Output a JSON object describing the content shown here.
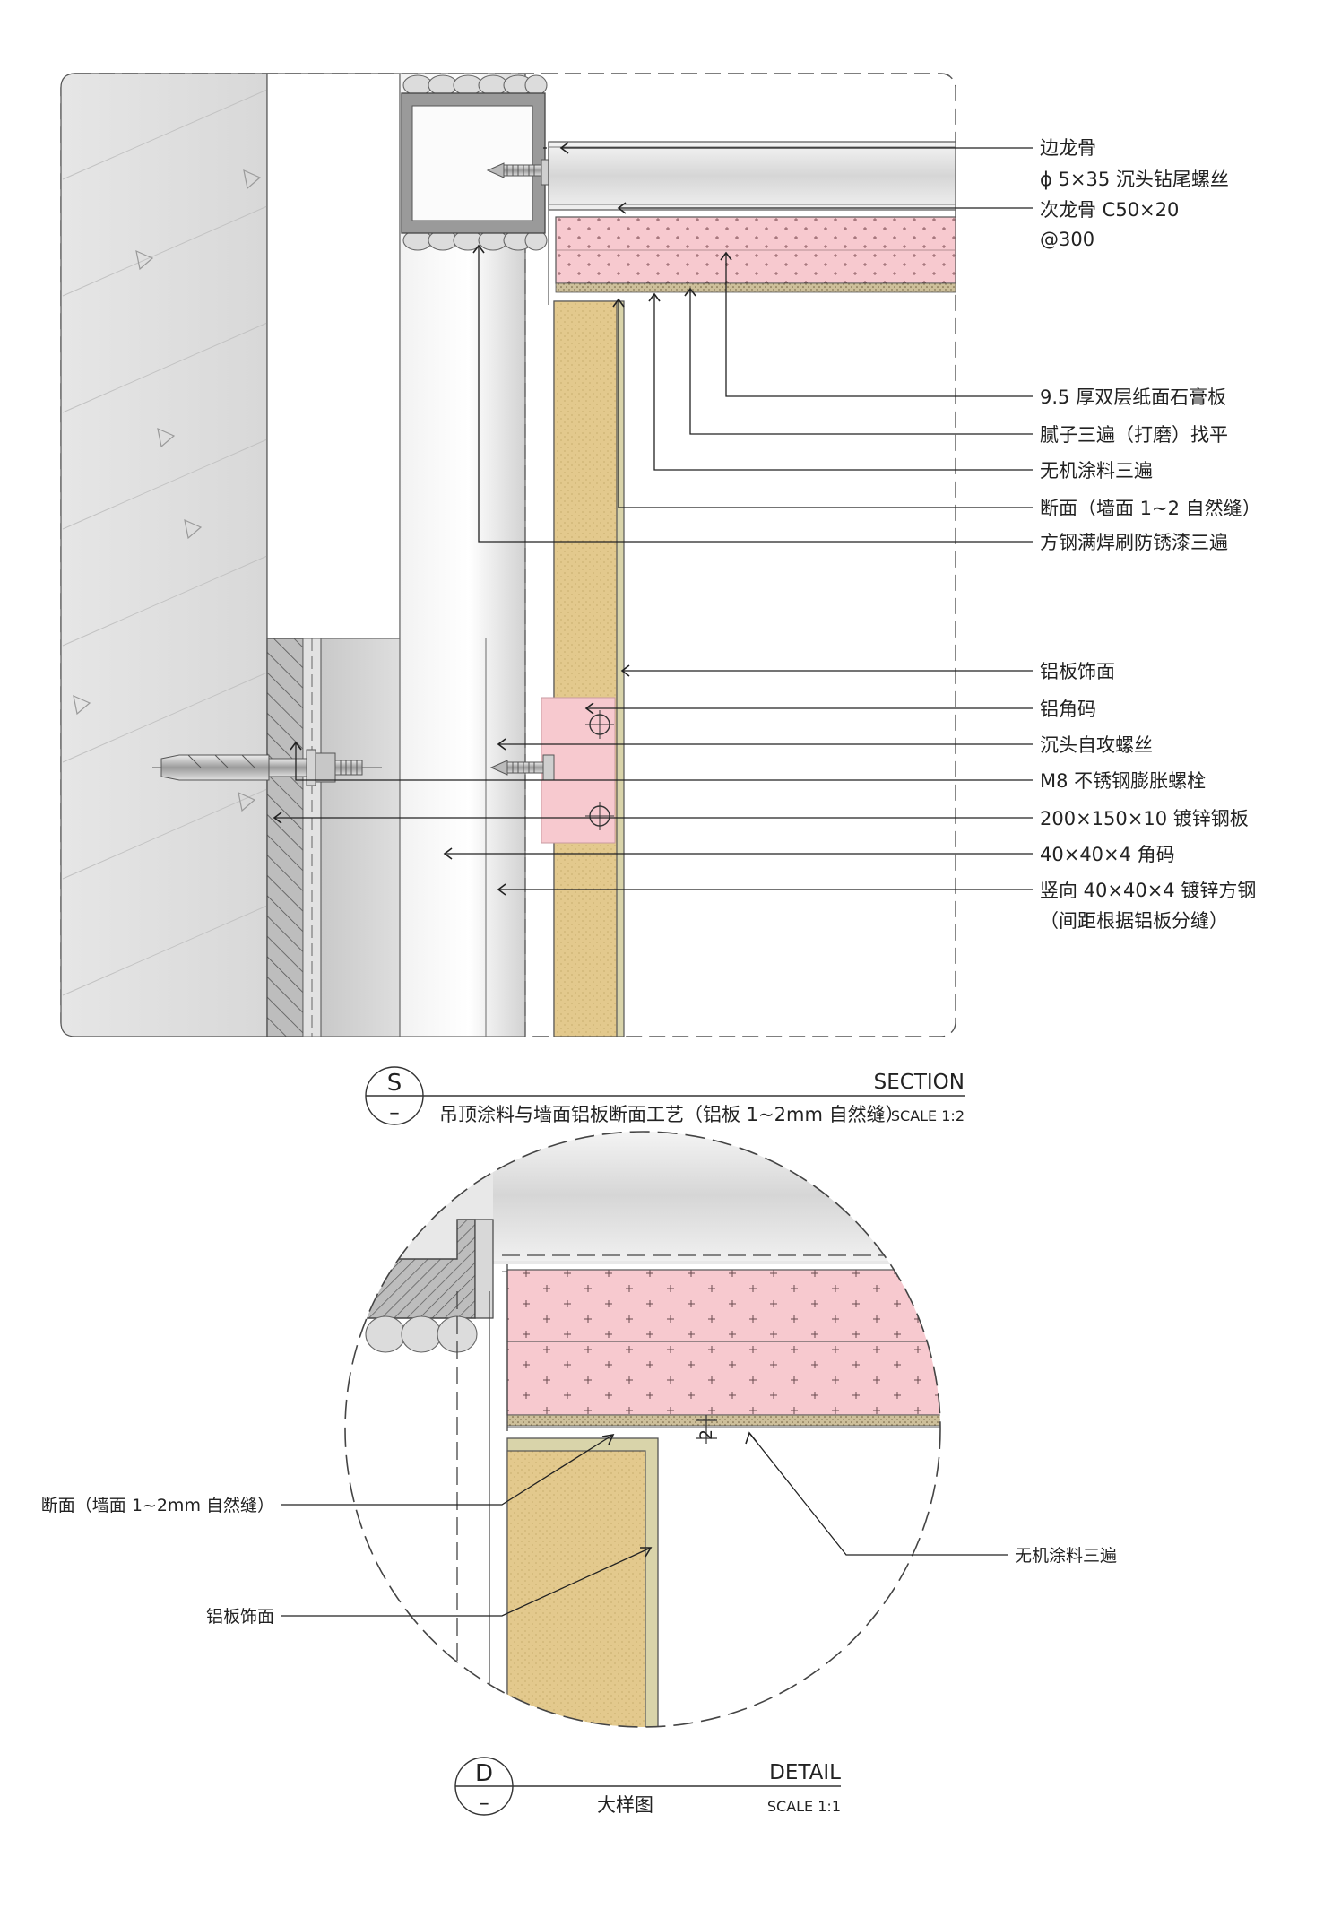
{
  "section": {
    "symbol_letter": "S",
    "symbol_sub": "–",
    "heading": "SECTION",
    "title": "吊顶涂料与墙面铝板断面工艺（铝板 1~2mm 自然缝）",
    "scale": "SCALE 1:2",
    "labels": [
      "边龙骨",
      "ϕ 5×35 沉头钻尾螺丝",
      "次龙骨 C50×20",
      "@300",
      "9.5 厚双层纸面石膏板",
      "腻子三遍（打磨）找平",
      "无机涂料三遍",
      "断面（墙面 1~2 自然缝）",
      "方钢满焊刷防锈漆三遍",
      "铝板饰面",
      "铝角码",
      "沉头自攻螺丝",
      "M8 不锈钢膨胀螺栓",
      "200×150×10 镀锌钢板",
      "40×40×4 角码",
      "竖向 40×40×4 镀锌方钢",
      "（间距根据铝板分缝）"
    ]
  },
  "detail": {
    "symbol_letter": "D",
    "symbol_sub": "–",
    "heading": "DETAIL",
    "title": "大样图",
    "scale": "SCALE 1:1",
    "gap_dim": "2",
    "labels": [
      "断面（墙面 1~2mm 自然缝）",
      "铝板饰面",
      "无机涂料三遍"
    ]
  },
  "colors": {
    "gypsum_pink": "#f7c9cf",
    "aluminum_tan": "#e3c98d",
    "aluminum_edge": "#d9d4aa",
    "steel_grey": "#d0d0d0",
    "hatch_grey": "#8a8a8a"
  }
}
